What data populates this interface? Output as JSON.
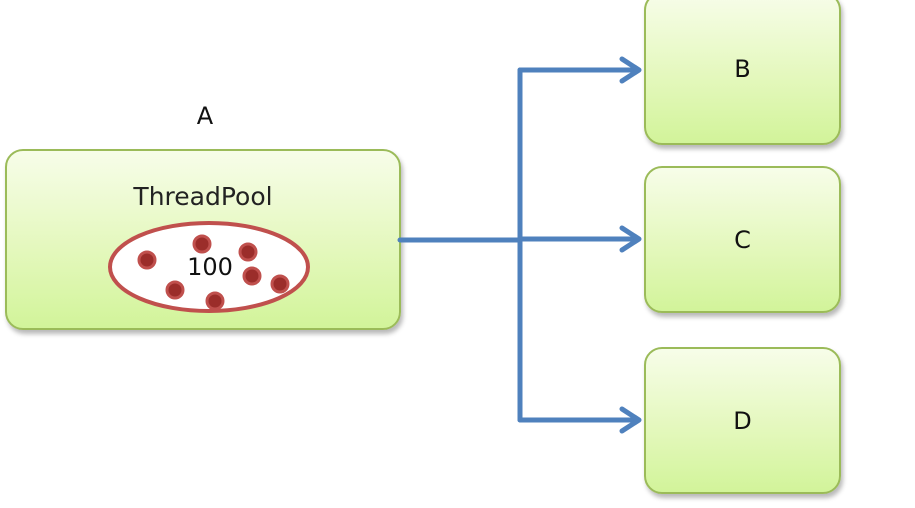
{
  "nodes": {
    "a": {
      "caption": "A",
      "title": "ThreadPool",
      "count": "100"
    },
    "b": {
      "label": "B"
    },
    "c": {
      "label": "C"
    },
    "d": {
      "label": "D"
    }
  },
  "colors": {
    "box_border": "#9bbb59",
    "box_fill_top": "#f7fde9",
    "box_fill_bottom": "#d2f49a",
    "connector": "#4f81bd",
    "pool_ring": "#c0504d",
    "thread_dot": "#9b2d2a"
  }
}
